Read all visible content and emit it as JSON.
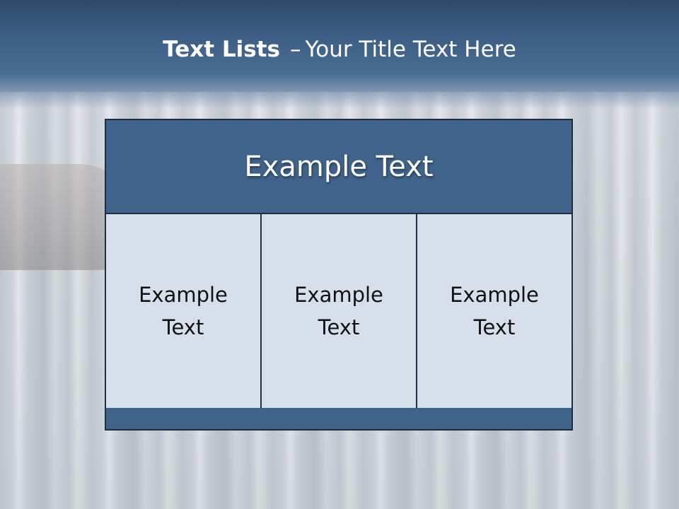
{
  "slide": {
    "title_bold": "Text Lists",
    "title_separator": "–",
    "title_rest": "Your Title Text Here"
  },
  "table": {
    "header": "Example Text",
    "cells": [
      {
        "label": "Example Text"
      },
      {
        "label": "Example Text"
      },
      {
        "label": "Example Text"
      }
    ]
  },
  "colors": {
    "header_band": "#3d5e85",
    "table_dark": "#40638b",
    "cell_fill": "#d7e0ea",
    "border": "#1f2e40"
  }
}
